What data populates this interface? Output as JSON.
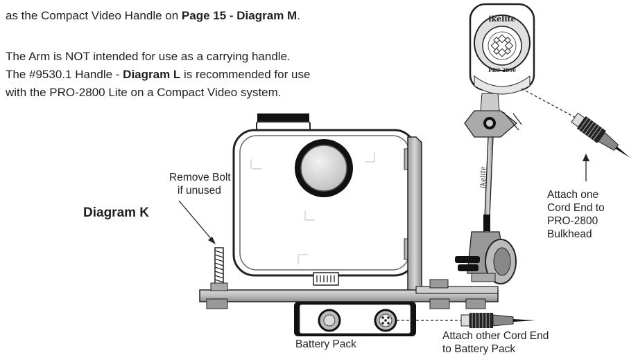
{
  "intro": {
    "line1_start": "as the Compact Video Handle on ",
    "line1_bold": "Page 15 - Diagram M",
    "line1_end": ".",
    "p2_line1": "The Arm is NOT intended for use as a carrying handle.",
    "p2_line2_start": "The #9530.1 Handle - ",
    "p2_line2_bold": "Diagram L",
    "p2_line2_end": " is recommended for use",
    "p2_line3": "with the PRO-2800 Lite on a Compact Video system."
  },
  "diagram_title": "Diagram K",
  "callouts": {
    "remove_bolt": [
      "Remove Bolt",
      "if unused"
    ],
    "attach_cord": [
      "Attach one",
      "Cord End to",
      "PRO-2800",
      "Bulkhead"
    ],
    "battery_pack": "Battery Pack",
    "attach_other": [
      "Attach other Cord End",
      "to Battery Pack"
    ]
  },
  "strobe_logo": {
    "brand": "ikelite",
    "model": "PRO-2800"
  },
  "arm_logo": "ikelite"
}
